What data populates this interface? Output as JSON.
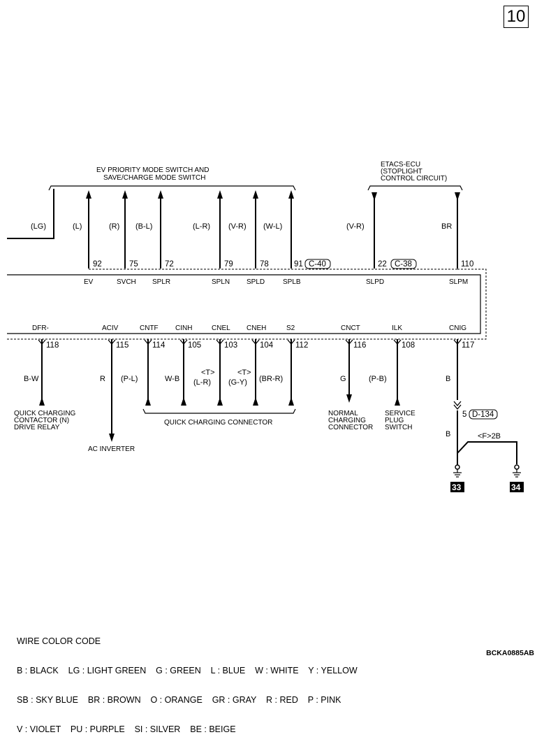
{
  "page_number": "10",
  "diagram_code": "BCKA0885AB",
  "ev_switch_label": [
    "EV PRIORITY MODE SWITCH AND",
    "SAVE/CHARGE MODE SWITCH"
  ],
  "etacs_label": [
    "ETACS-ECU",
    "(STOPLIGHT",
    "CONTROL CIRCUIT)"
  ],
  "top_wires": {
    "lg": "(LG)",
    "l": "(L)",
    "r": "(R)",
    "bl": "(B-L)",
    "lr": "(L-R)",
    "vr": "(V-R)",
    "wl": "(W-L)",
    "vr2": "(V-R)",
    "br": "BR"
  },
  "top_pins": {
    "p92": "92",
    "p75": "75",
    "p72": "72",
    "p79": "79",
    "p78": "78",
    "p91": "91",
    "p22": "22",
    "p110": "110"
  },
  "connectors": {
    "c40": "C-40",
    "c38": "C-38",
    "d134": "D-134"
  },
  "top_terms": {
    "ev": "EV",
    "svch": "SVCH",
    "splr": "SPLR",
    "spln": "SPLN",
    "spld": "SPLD",
    "splb": "SPLB",
    "slpd": "SLPD",
    "slpm": "SLPM"
  },
  "bottom_terms": {
    "dfr": "DFR-",
    "aciv": "ACIV",
    "cntf": "CNTF",
    "cinh": "CINH",
    "cnel": "CNEL",
    "cneh": "CNEH",
    "s2": "S2",
    "cnct": "CNCT",
    "ilk": "ILK",
    "cnig": "CNIG"
  },
  "bottom_pins": {
    "p118": "118",
    "p115": "115",
    "p114": "114",
    "p105": "105",
    "p103": "103",
    "p104": "104",
    "p112": "112",
    "p116": "116",
    "p108": "108",
    "p117": "117"
  },
  "bottom_wires": {
    "bw": "B-W",
    "r": "R",
    "pl": "(P-L)",
    "wb": "W-B",
    "t1": "<T>",
    "lr": "(L-R)",
    "t2": "<T>",
    "gy": "(G-Y)",
    "brr": "(BR-R)",
    "g": "G",
    "pb": "(P-B)",
    "b1": "B",
    "b2": "B",
    "f2b": "<F>2B",
    "pin5": "5"
  },
  "quick_charging_contactor": [
    "QUICK CHARGING",
    "CONTACTOR (N)",
    "DRIVE RELAY"
  ],
  "ac_inverter": "AC INVERTER",
  "quick_charging_connector": "QUICK CHARGING CONNECTOR",
  "normal_charging": [
    "NORMAL",
    "CHARGING",
    "CONNECTOR"
  ],
  "service_plug": [
    "SERVICE",
    "PLUG",
    "SWITCH"
  ],
  "grounds": {
    "g33": "33",
    "g34": "34"
  },
  "legend": {
    "title": "WIRE COLOR CODE",
    "line1": "B : BLACK    LG : LIGHT GREEN    G : GREEN    L : BLUE    W : WHITE    Y : YELLOW",
    "line2": "SB : SKY BLUE    BR : BROWN    O : ORANGE    GR : GRAY    R : RED    P : PINK",
    "line3": "V : VIOLET    PU : PURPLE    SI : SILVER    BE : BEIGE"
  }
}
